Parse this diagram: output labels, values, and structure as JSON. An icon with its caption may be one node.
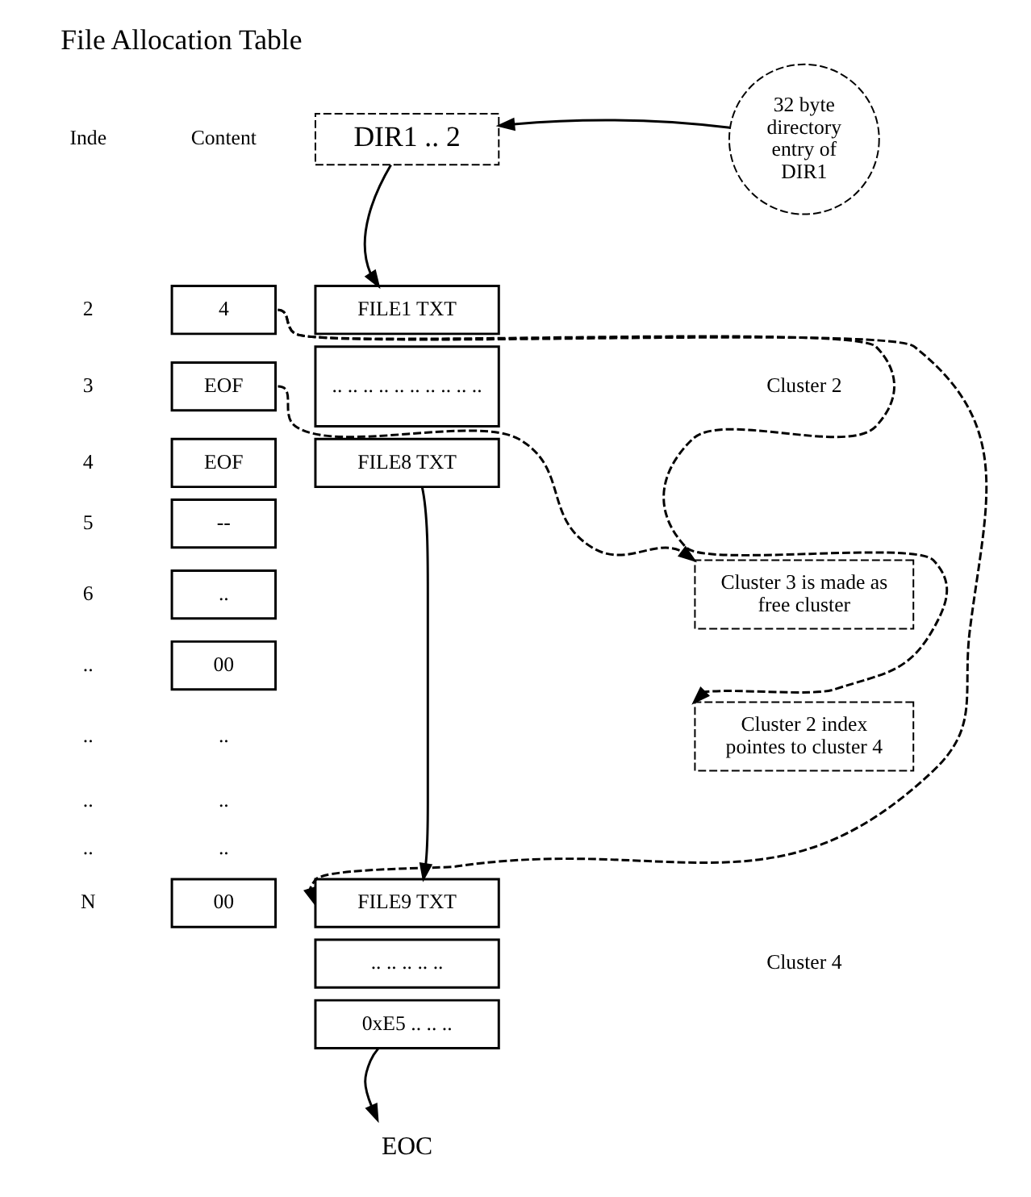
{
  "diagram": {
    "title": "File Allocation Table",
    "nodes": [
      {
        "text": [
          "DIR1 .. 2"
        ]
      },
      {
        "text": [
          "32 byte directory entry of DIR1"
        ]
      },
      {
        "text": [
          "4"
        ]
      },
      {
        "text": [
          "EOF"
        ]
      },
      {
        "text": [
          "EOF"
        ]
      },
      {
        "text": [
          "--"
        ]
      },
      {
        "text": [
          ".."
        ]
      },
      {
        "text": [
          "00"
        ]
      },
      {
        "text": [
          "00"
        ]
      },
      {
        "text": [
          "FILE1 TXT"
        ]
      },
      {
        "text": [
          ".. .. .. .. .. .. .. .. .. .."
        ]
      },
      {
        "text": [
          "FILE8 TXT"
        ]
      },
      {
        "text": [
          "Cluster 3 is made as free cluster"
        ]
      },
      {
        "text": [
          "Cluster 2 index pointes to cluster 4"
        ]
      },
      {
        "text": [
          "FILE9 TXT"
        ]
      },
      {
        "text": [
          ".. .. .. .. .."
        ]
      },
      {
        "text": [
          "0xE5 .. .. .."
        ]
      },
      {
        "text": [
          "EOC"
        ]
      }
    ],
    "edges": [
      {
        "from": 1,
        "to": 0,
        "arrow": "to"
      },
      {
        "from": 0,
        "to": 9,
        "arrow": "to"
      },
      {
        "from": 2,
        "to": 13,
        "arrow": "to",
        "style": "dashed"
      },
      {
        "from": 3,
        "to": 12,
        "arrow": "to",
        "style": "dashed"
      },
      {
        "from": 2,
        "to": 14,
        "arrow": "to",
        "style": "dashed"
      },
      {
        "from": 11,
        "to": 14,
        "arrow": "to"
      },
      {
        "from": 16,
        "to": 17,
        "arrow": "to"
      }
    ],
    "labels": [
      "Inde",
      "Content",
      "2",
      "3",
      "Cluster 2",
      "4",
      "5",
      "6",
      "..",
      "..",
      "..",
      "..",
      "..",
      "..",
      "..",
      "N",
      "Cluster 4"
    ]
  }
}
